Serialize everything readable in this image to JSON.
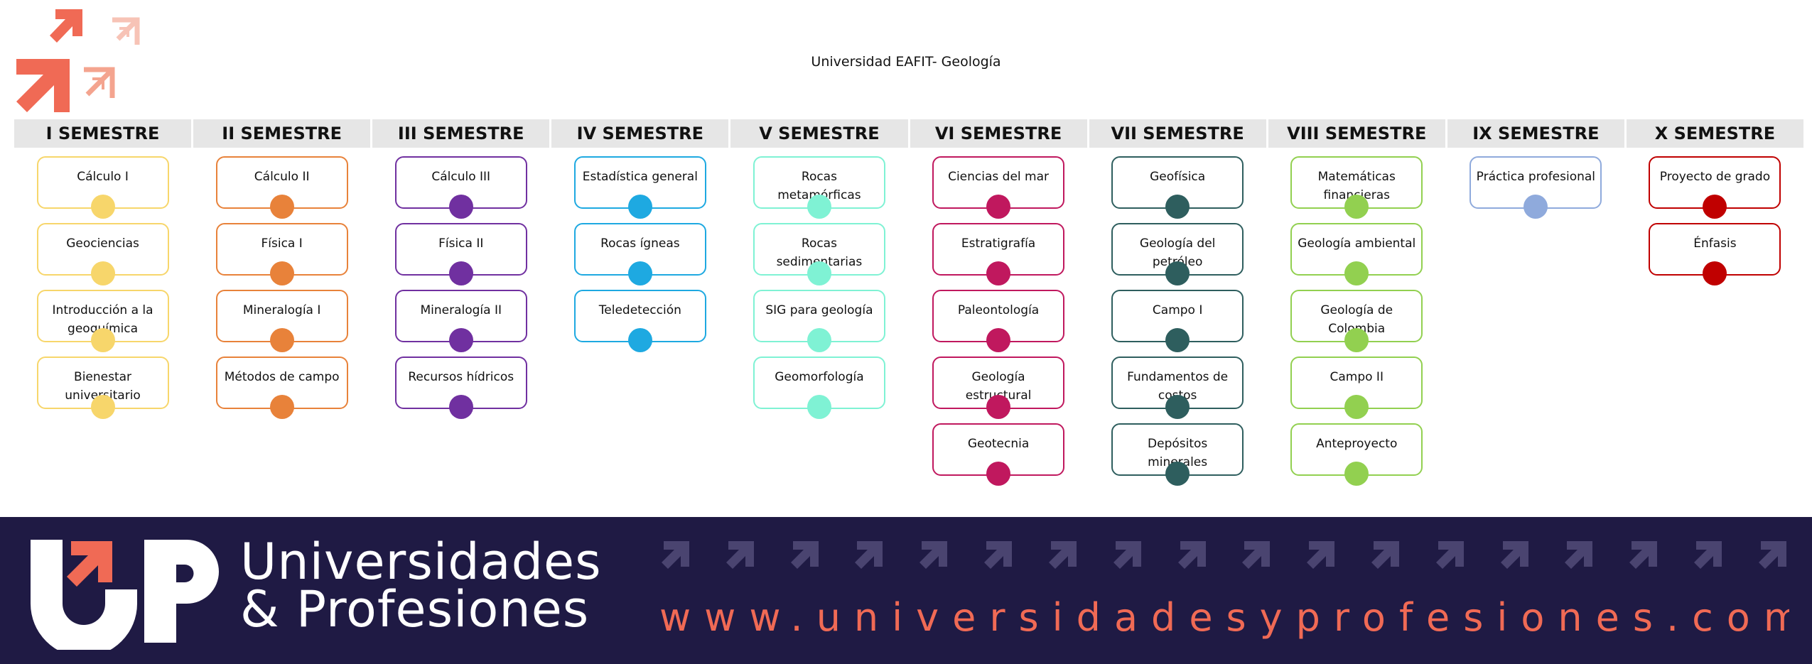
{
  "page": {
    "title": "Universidad EAFIT- Geología"
  },
  "colors": {
    "footer_bg": "#1f1a44",
    "accent": "#f06a55"
  },
  "semesters": [
    {
      "name": "I SEMESTRE",
      "color": "#f7d66b",
      "courses": [
        "Cálculo I",
        "Geociencias",
        "Introducción a la geoquímica",
        "Bienestar universitario"
      ]
    },
    {
      "name": "II SEMESTRE",
      "color": "#e8823a",
      "courses": [
        "Cálculo II",
        "Física I",
        "Mineralogía I",
        "Métodos de campo"
      ]
    },
    {
      "name": "III SEMESTRE",
      "color": "#7030a0",
      "courses": [
        "Cálculo III",
        "Física II",
        "Mineralogía II",
        "Recursos hídricos"
      ]
    },
    {
      "name": "IV SEMESTRE",
      "color": "#1ea9e1",
      "courses": [
        "Estadística general",
        "Rocas ígneas",
        "Teledetección"
      ]
    },
    {
      "name": "V SEMESTRE",
      "color": "#7ff2d4",
      "courses": [
        "Rocas metamórficas",
        "Rocas sedimentarias",
        "SIG para geología",
        "Geomorfología"
      ]
    },
    {
      "name": "VI SEMESTRE",
      "color": "#c0185e",
      "courses": [
        "Ciencias del mar",
        "Estratigrafía",
        "Paleontología",
        "Geología estructural",
        "Geotecnia"
      ]
    },
    {
      "name": "VII SEMESTRE",
      "color": "#2e5e5e",
      "courses": [
        "Geofísica",
        "Geología del petróleo",
        "Campo I",
        "Fundamentos de costos",
        "Depósitos minerales"
      ]
    },
    {
      "name": "VIII SEMESTRE",
      "color": "#92d050",
      "courses": [
        "Matemáticas financieras",
        "Geología ambiental",
        "Geología de Colombia",
        "Campo II",
        "Anteproyecto"
      ]
    },
    {
      "name": "IX SEMESTRE",
      "color": "#8faadc",
      "courses": [
        "Práctica profesional"
      ]
    },
    {
      "name": "X SEMESTRE",
      "color": "#c00000",
      "courses": [
        "Proyecto de grado",
        "Énfasis"
      ]
    }
  ],
  "footer": {
    "brand_line1": "Universidades",
    "brand_line2": "& Profesiones",
    "website": "www.universidadesyprofesiones.com",
    "logo_icon": "up-logo-icon",
    "arrow_icon": "arrow-up-right-icon"
  }
}
